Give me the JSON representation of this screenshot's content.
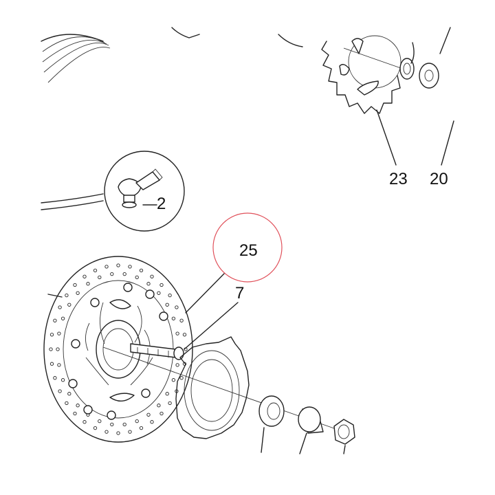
{
  "callouts": [
    {
      "id": "2",
      "label": "2"
    },
    {
      "id": "25",
      "label": "25"
    },
    {
      "id": "7",
      "label": "7"
    },
    {
      "id": "23",
      "label": "23"
    },
    {
      "id": "20",
      "label": "20"
    }
  ],
  "highlight": {
    "target": "25",
    "color": "#e0505a"
  }
}
